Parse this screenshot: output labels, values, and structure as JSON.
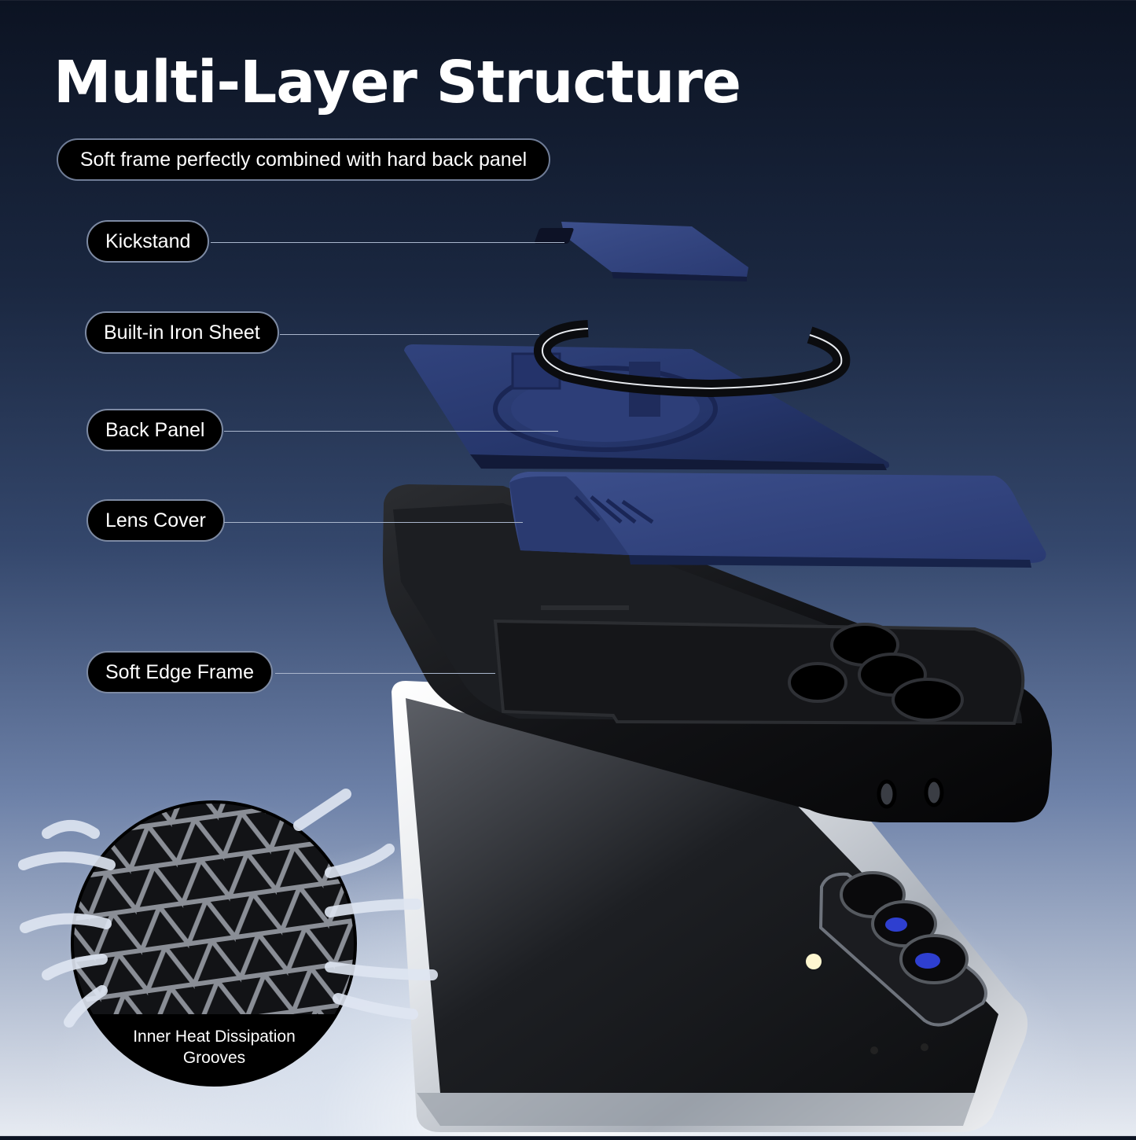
{
  "title": "Multi-Layer Structure",
  "subtitle": "Soft frame perfectly combined with hard back panel",
  "labels": {
    "kickstand": "Kickstand",
    "iron_sheet": "Built-in Iron Sheet",
    "back_panel": "Back Panel",
    "lens_cover": "Lens Cover",
    "soft_edge_frame": "Soft Edge Frame"
  },
  "heat_dissipation": {
    "line1": "Inner Heat Dissipation",
    "line2": "Grooves"
  },
  "colors": {
    "panel_blue": "#2b3a6e",
    "frame_black": "#0e0f12",
    "phone_silver": "#cfd3d9"
  }
}
